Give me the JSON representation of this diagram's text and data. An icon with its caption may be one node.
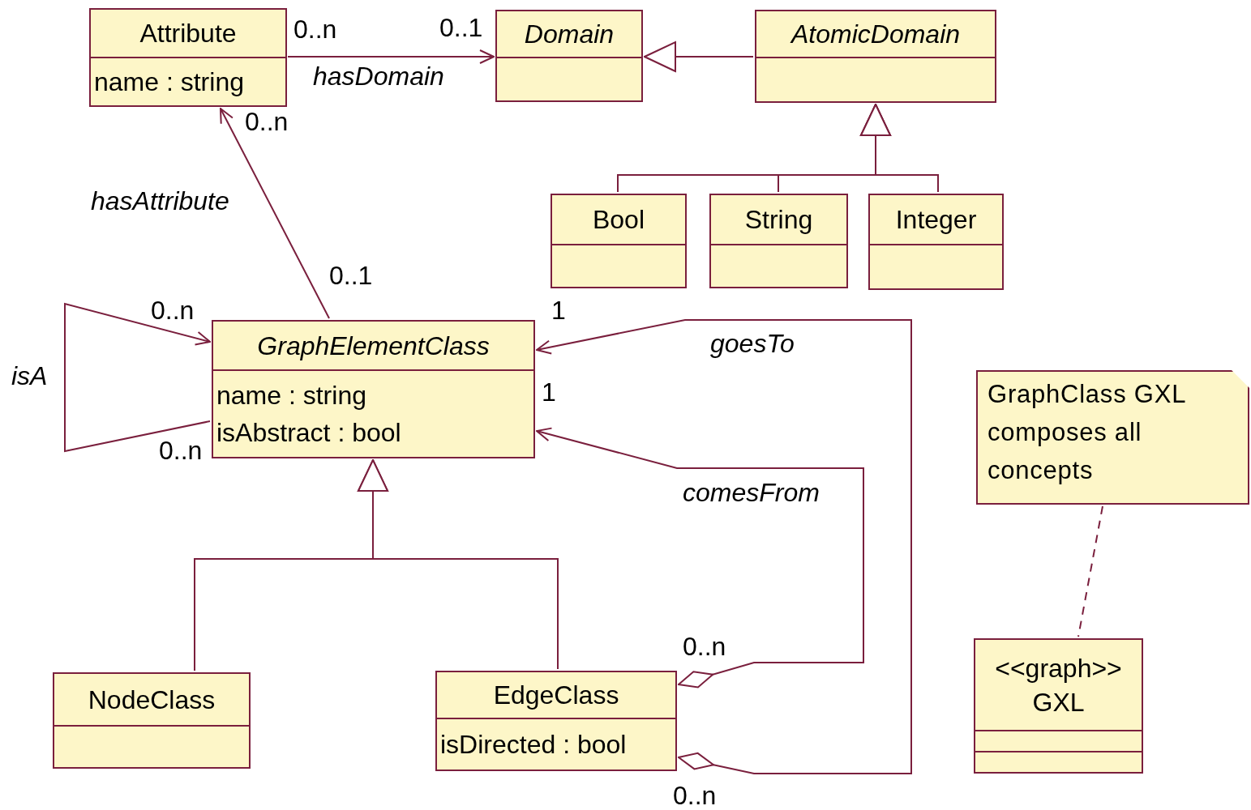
{
  "diagram": {
    "nodes": [
      {
        "text": [
          "Attribute",
          "name : string"
        ]
      },
      {
        "text": [
          "Domain"
        ]
      },
      {
        "text": [
          "AtomicDomain"
        ]
      },
      {
        "text": [
          "Bool"
        ]
      },
      {
        "text": [
          "String"
        ]
      },
      {
        "text": [
          "Integer"
        ]
      },
      {
        "text": [
          "GraphElementClass",
          "name : string",
          "isAbstract : bool"
        ]
      },
      {
        "text": [
          "NodeClass"
        ]
      },
      {
        "text": [
          "EdgeClass",
          "isDirected : bool"
        ]
      },
      {
        "text": [
          "GraphClass GXL composes all concepts"
        ]
      },
      {
        "text": [
          "<<graph>>",
          "GXL"
        ]
      }
    ],
    "edges": [
      {
        "from": 0,
        "to": 1,
        "arrow": "to",
        "label": "hasDomain"
      },
      {
        "from": 6,
        "to": 0,
        "arrow": "to",
        "label": "hasAttribute"
      },
      {
        "from": 6,
        "to": 6,
        "arrow": "to",
        "label": "isA"
      },
      {
        "from": 8,
        "to": 6,
        "arrow": "to",
        "label": "goesTo"
      },
      {
        "from": 8,
        "to": 6,
        "arrow": "to",
        "label": "comesFrom"
      },
      {
        "from": 7,
        "to": 6,
        "arrow": "to"
      },
      {
        "from": 8,
        "to": 6,
        "arrow": "to"
      },
      {
        "from": 2,
        "to": 1,
        "arrow": "to"
      },
      {
        "from": 3,
        "to": 2,
        "arrow": "to"
      },
      {
        "from": 4,
        "to": 2,
        "arrow": "to"
      },
      {
        "from": 5,
        "to": 2,
        "arrow": "to"
      },
      {
        "from": 9,
        "to": 10,
        "arrow": "none",
        "style": "dashed"
      }
    ],
    "labels": [
      "0..n",
      "0..1",
      "0..n",
      "0..1",
      "1",
      "0..n",
      "1",
      "0..n",
      "0..n",
      "0..n"
    ]
  }
}
